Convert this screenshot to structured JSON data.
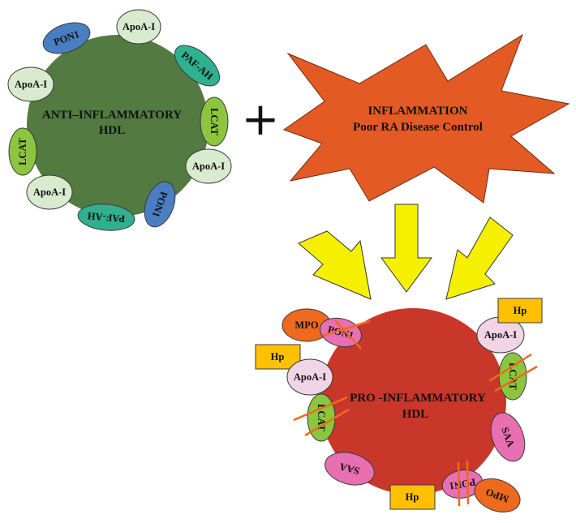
{
  "anti_hdl": {
    "label_line1": "ANTI–INFLAMMATORY",
    "label_line2": "HDL",
    "color": "#527a41",
    "proteins": [
      {
        "label": "PON1",
        "color": "#4a7ec2"
      },
      {
        "label": "ApoA-I",
        "color": "#d8ebcf"
      },
      {
        "label": "PAF-AH",
        "color": "#2fb08e"
      },
      {
        "label": "LCAT",
        "color": "#8cc63e"
      },
      {
        "label": "ApoA-I",
        "color": "#d8ebcf"
      },
      {
        "label": "PON1",
        "color": "#4a7ec2"
      },
      {
        "label": "PAF-AH",
        "color": "#2fb08e"
      },
      {
        "label": "ApoA-I",
        "color": "#d8ebcf"
      },
      {
        "label": "LCAT",
        "color": "#8cc63e"
      },
      {
        "label": "ApoA-I",
        "color": "#d8ebcf"
      }
    ]
  },
  "plus_symbol": "+",
  "inflammation": {
    "line1": "INFLAMMATION",
    "line2": "Poor RA Disease Control",
    "color": "#e35a25"
  },
  "arrows_color": "#f5f000",
  "pro_hdl": {
    "label_line1": "PRO -INFLAMMATORY",
    "label_line2": "HDL",
    "color": "#c9362a",
    "proteins": [
      {
        "label": "MPO",
        "color": "#ee6a1e"
      },
      {
        "label": "PON1",
        "color": "#e76fb2"
      },
      {
        "label": "Hp",
        "color": "#ffc000"
      },
      {
        "label": "ApoA-I",
        "color": "#f1d4e6"
      },
      {
        "label": "LCAT",
        "color": "#8cc63e"
      },
      {
        "label": "SAA",
        "color": "#e76fb2"
      },
      {
        "label": "Hp",
        "color": "#ffc000"
      },
      {
        "label": "PON1",
        "color": "#e76fb2"
      },
      {
        "label": "MPO",
        "color": "#ee6a1e"
      },
      {
        "label": "SAA",
        "color": "#e76fb2"
      },
      {
        "label": "LCAT",
        "color": "#8cc63e"
      },
      {
        "label": "ApoA-I",
        "color": "#f1d4e6"
      },
      {
        "label": "Hp",
        "color": "#ffc000"
      }
    ]
  }
}
